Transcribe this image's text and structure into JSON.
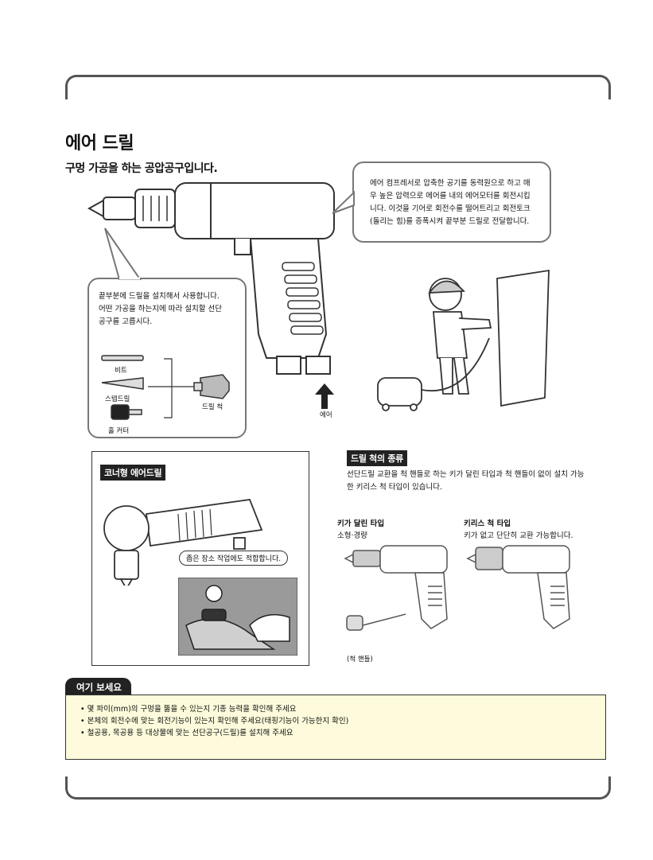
{
  "title": "에어 드릴",
  "subtitle": "구멍 가공을 하는 공압공구입니다.",
  "bubble_right": [
    "에어 컴프레서로 압축한 공기를 동력원으로 하고 매",
    "우 높은 압력으로 에어를 내의 에어모터를 회전시킵",
    "니다. 이것을 기어로 회전수를 떨어트리고 회전토크",
    "(돌리는 힘)를 증폭시켜 끝부분 드릴로 전달합니다."
  ],
  "bubble_left": [
    "끝부분에 드릴을 설치해서 사용합니다.",
    "어떤 가공을 하는지에 따라 설치할 선단",
    "공구를 고릅시다."
  ],
  "tools": {
    "bit": "비트",
    "step_drill": "스텝드릴",
    "hole_cutter": "홀 커터",
    "chuck": "드릴 척"
  },
  "air_label": "에어",
  "corner": {
    "label": "코너형 에어드릴",
    "caption": "좁은 장소 작업에도 적합합니다."
  },
  "chuck_types": {
    "label": "드릴 척의 종류",
    "desc": [
      "선단드릴 교환을 척 핸들로 하는 키가 달린 타입과 척 핸들이 없이 설치 가능",
      "한 키리스 척 타입이 있습니다."
    ],
    "keyed": {
      "title": "키가 달린 타입",
      "desc": "소형·경량",
      "handle": "(척 핸들)"
    },
    "keyless": {
      "title": "키리스 척 타입",
      "desc": "키가 없고 단단히 교환 가능합니다."
    }
  },
  "notes": {
    "tab": "여기 보세요",
    "items": [
      "• 몇 파이(mm)의 구멍을 뚫을 수 있는지 기종 능력을 확인해 주세요",
      "• 본체의 회전수에 맞는 회전기능이 있는지 확인해 주세요(태핑기능이 가능한지 확인)",
      "• 철공용, 목공용 등 대상물에 맞는 선단공구(드릴)를 설치해 주세요"
    ]
  }
}
